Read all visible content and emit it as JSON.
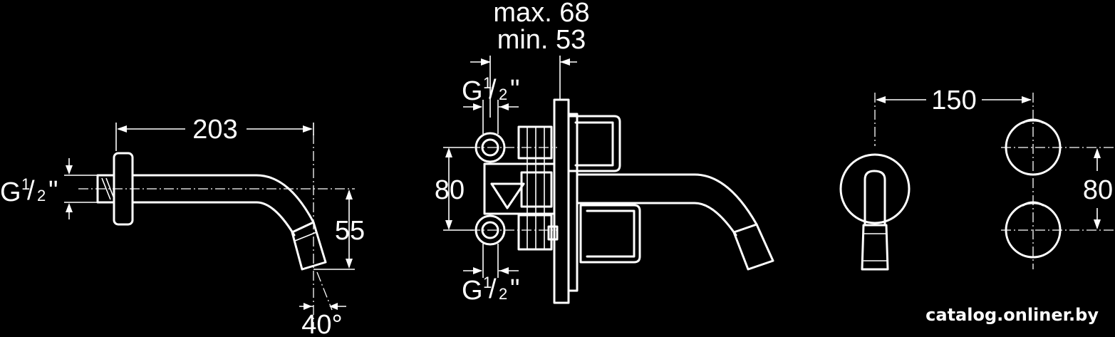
{
  "side_view": {
    "length": "203",
    "height": "55",
    "thread": {
      "base": "G",
      "numerator": "1",
      "slash": "/",
      "denominator": "2",
      "quote": "\""
    },
    "angle": "40°"
  },
  "mounting_view": {
    "max_label": "max. 68",
    "min_label": "min. 53",
    "spacing": "80",
    "thread_top": {
      "base": "G",
      "numerator": "1",
      "slash": "/",
      "denominator": "2",
      "quote": "\""
    },
    "thread_bottom": {
      "base": "G",
      "numerator": "1",
      "slash": "/",
      "denominator": "2",
      "quote": "\""
    }
  },
  "front_view": {
    "spacing_horizontal": "150",
    "spacing_vertical": "80"
  },
  "watermark": "catalog.onliner.by"
}
